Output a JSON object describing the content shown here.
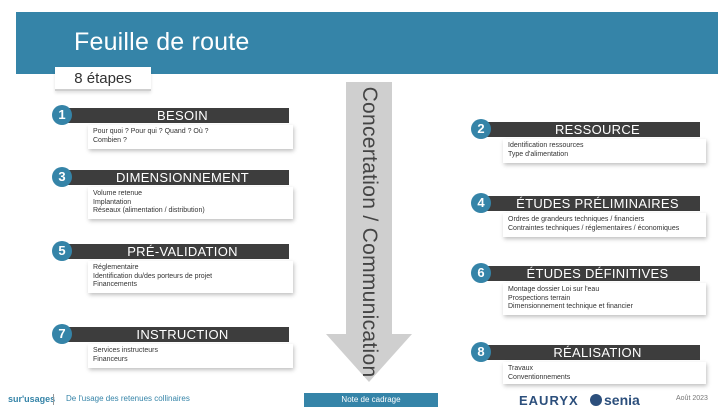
{
  "header": {
    "title": "Feuille de route"
  },
  "badge": {
    "label": "8 étapes"
  },
  "arrow": {
    "label": "Concertation / Communication"
  },
  "steps": [
    {
      "num": "1",
      "title": "BESOIN",
      "details": [
        "Pour quoi ? Pour qui ? Quand ? Où ?",
        "Combien ?"
      ]
    },
    {
      "num": "2",
      "title": "RESSOURCE",
      "details": [
        "Identification ressources",
        "Type d'alimentation"
      ]
    },
    {
      "num": "3",
      "title": "DIMENSIONNEMENT",
      "details": [
        "Volume retenue",
        "Implantation",
        "Réseaux (alimentation / distribution)"
      ]
    },
    {
      "num": "4",
      "title": "ÉTUDES PRÉLIMINAIRES",
      "details": [
        "Ordres de grandeurs techniques / financiers",
        "Contraintes techniques / réglementaires / économiques"
      ]
    },
    {
      "num": "5",
      "title": "PRÉ-VALIDATION",
      "details": [
        "Réglementaire",
        "Identification du/des porteurs de projet",
        "Financements"
      ]
    },
    {
      "num": "6",
      "title": "ÉTUDES DÉFINITIVES",
      "details": [
        "Montage dossier Loi sur l'eau",
        "Prospections terrain",
        "Dimensionnement technique et financier"
      ]
    },
    {
      "num": "7",
      "title": "INSTRUCTION",
      "details": [
        "Services instructeurs",
        "Financeurs"
      ]
    },
    {
      "num": "8",
      "title": "RÉALISATION",
      "details": [
        "Travaux",
        "Conventionnements"
      ]
    }
  ],
  "footer": {
    "logo_left": "sur'usages",
    "subtitle": "De l'usage des retenues collinaires",
    "note": "Note de cadrage",
    "logo_eau": "EAURYX",
    "logo_senia": "senia",
    "date": "Août 2023"
  },
  "colors": {
    "accent": "#3584a8",
    "bar": "#3d3d3d",
    "arrow": "#cfcfcf"
  }
}
